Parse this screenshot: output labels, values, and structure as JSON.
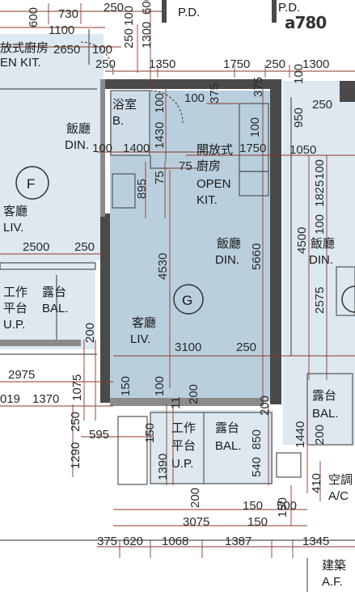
{
  "colors": {
    "room_fill": "#dde8f0",
    "unit_g_fill": "#b9cfde",
    "wall": "#4a4a4a",
    "wall_light": "#8a8a8a",
    "dim_line": "#8b3a2a",
    "text": "#1a1a1a"
  },
  "logo": {
    "text": "a780"
  },
  "top_labels": {
    "pd_left": "P.D.",
    "pd_right": "P.D."
  },
  "unit_f": {
    "circle_label": "F",
    "kitchen_cn": "放式廚房",
    "kitchen_en": "EN KIT.",
    "dining_cn": "飯廳",
    "dining_en": "DIN.",
    "living_cn": "客廳",
    "living_en": "LIV.",
    "utility_cn_1": "工作",
    "utility_cn_2": "平台",
    "utility_en": "U.P.",
    "balcony_cn": "露台",
    "balcony_en": "BAL."
  },
  "unit_g": {
    "circle_label": "G",
    "bath_cn": "浴室",
    "bath_en": "B.",
    "kitchen_cn_1": "開放式",
    "kitchen_cn_2": "廚房",
    "kitchen_en_1": "OPEN",
    "kitchen_en_2": "KIT.",
    "dining_cn": "飯廳",
    "dining_en": "DIN.",
    "living_cn": "客廳",
    "living_en": "LIV.",
    "utility_cn_1": "工作",
    "utility_cn_2": "平台",
    "utility_en": "U.P.",
    "balcony_cn": "露台",
    "balcony_en": "BAL."
  },
  "unit_right": {
    "dining_cn": "飯廳",
    "dining_en": "DIN.",
    "balcony_cn": "露台",
    "balcony_en": "BAL.",
    "ac_cn": "空調",
    "ac_en": "A/C",
    "af_cn": "建築",
    "af_en": "A.F."
  },
  "dimensions": {
    "d730": "730",
    "d600": "600",
    "d250_top": "250",
    "d600_top2": "600",
    "d100_top": "100",
    "d250_a": "250",
    "d1300_top": "1300",
    "d1100": "1100",
    "d2650": "2650",
    "d100_b": "100",
    "d250_c": "250",
    "d1350": "1350",
    "d1750": "1750",
    "d250_d": "250",
    "d1300_b": "1300",
    "d375_a": "375",
    "d100_c": "100",
    "d375_b": "375",
    "d100_d": "100",
    "d100_e": "100",
    "d950": "950",
    "d250_e": "250",
    "d1430": "1430",
    "d100_f": "100",
    "d1400": "1400",
    "d1750_b": "1750",
    "d1050": "1050",
    "d75_a": "75",
    "d895": "895",
    "d75_b": "75",
    "d100_g": "100",
    "d1825": "1825",
    "d4500": "4500",
    "d100_h": "100",
    "d2500": "2500",
    "d250_f": "250",
    "d5660": "5660",
    "d4530": "4530",
    "d2575": "2575",
    "d200_a": "200",
    "d3100": "3100",
    "d250_g": "250",
    "d2975": "2975",
    "d1075": "1075",
    "d150_a": "150",
    "d100_i": "100",
    "d200_b": "200",
    "d019": "019",
    "d1370": "1370",
    "d11": "11",
    "d250_h": "250",
    "d200_c": "200",
    "d595": "595",
    "d150_b": "150",
    "d1440": "1440",
    "d200_d": "200",
    "d1290": "1290",
    "d1390": "1390",
    "d850": "850",
    "d540": "540",
    "d410": "410",
    "d150_c": "150",
    "d200_e": "200",
    "d150_d": "150",
    "d500": "500",
    "d3075": "3075",
    "d150_e": "150",
    "d375_c": "375",
    "d620": "620",
    "d1068": "1068",
    "d1387": "1387",
    "d1345": "1345"
  }
}
